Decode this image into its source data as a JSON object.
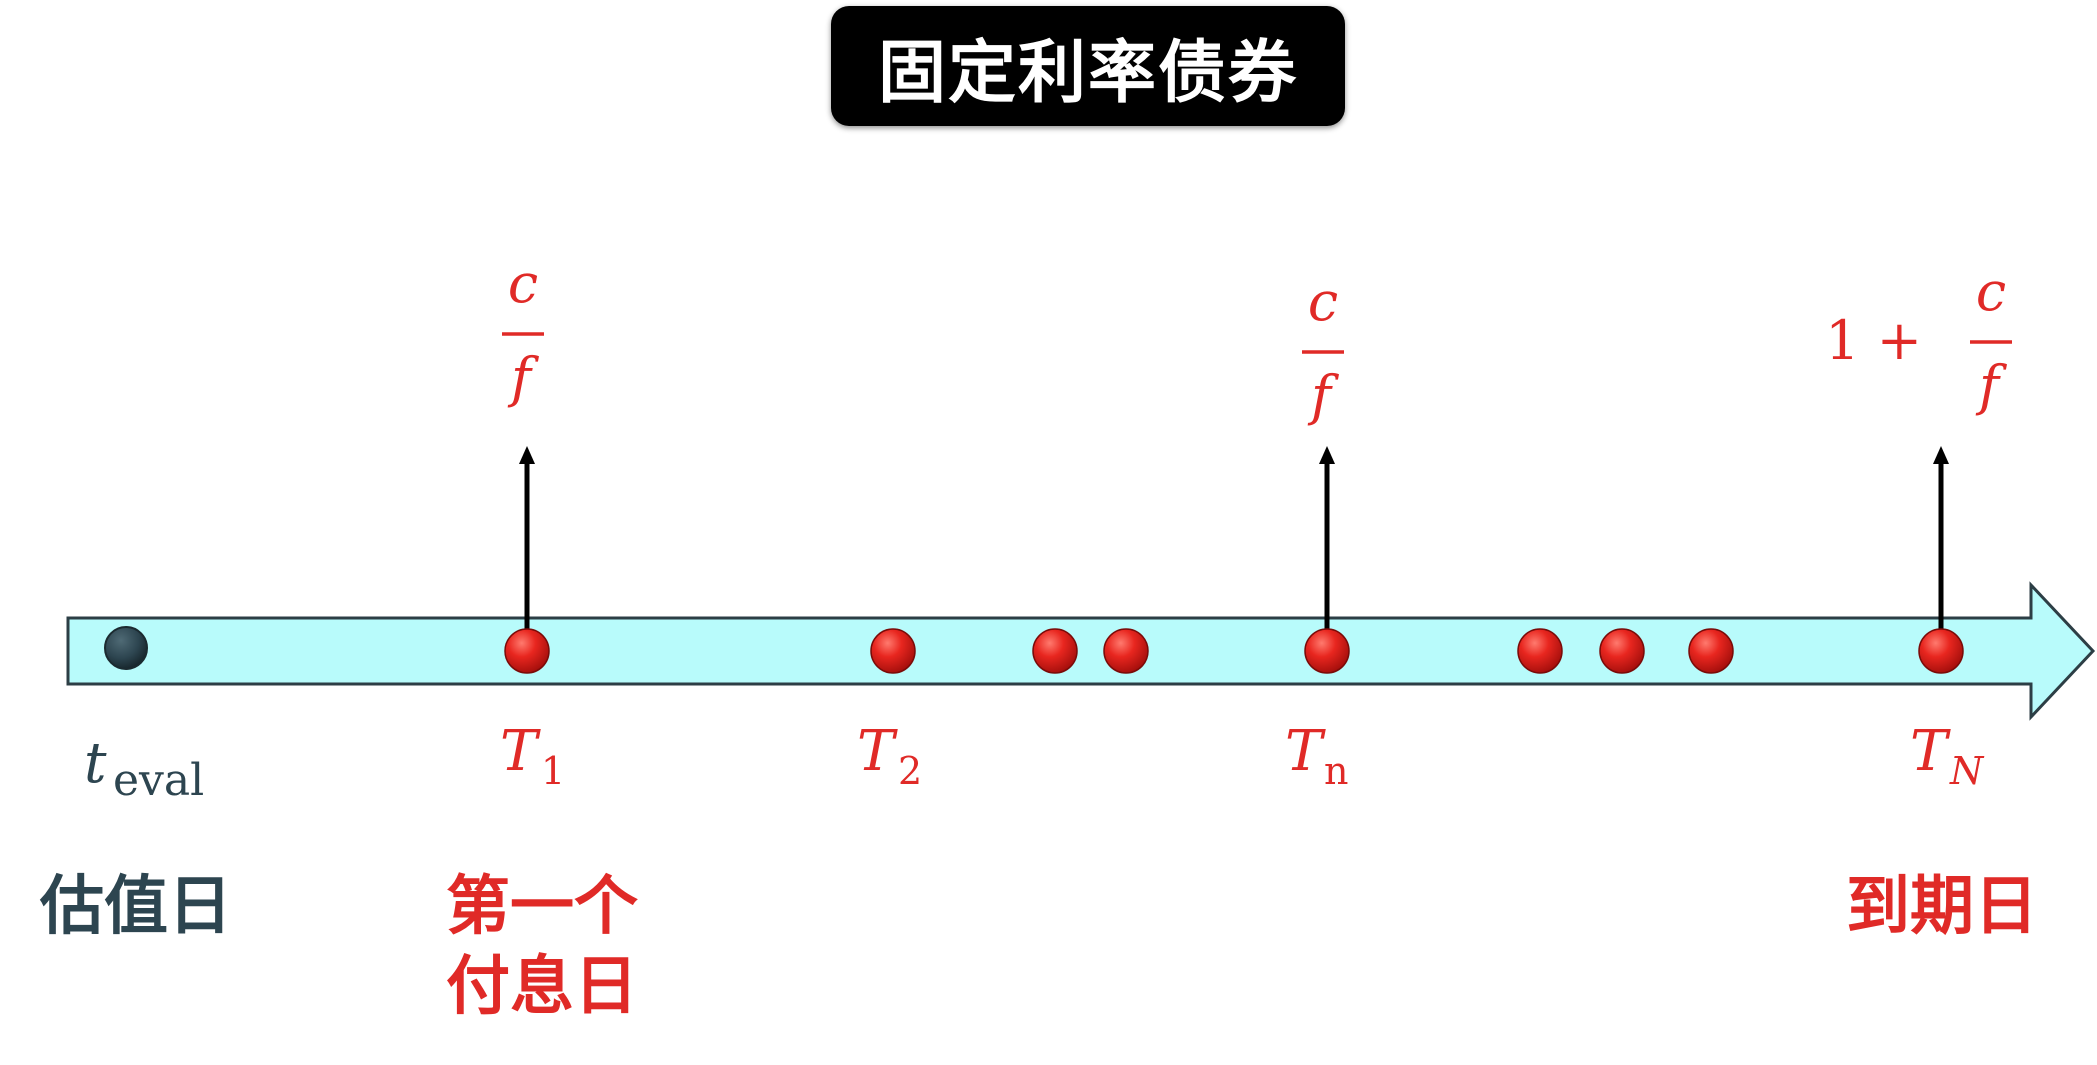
{
  "title": "固定利率债券",
  "colors": {
    "title_bg": "#000000",
    "title_text": "#ffffff",
    "arrow_fill": "#b8fbfb",
    "arrow_stroke": "#2c3e45",
    "eval_point": "#2d4550",
    "payment_point": "#e02a27",
    "cashflow_arrow": "#000000",
    "red_text": "#e02a27",
    "dark_text": "#2d4550"
  },
  "timeline": {
    "eval_symbol": "t",
    "eval_subscript": "eval",
    "points": [
      {
        "symbol": "T",
        "subscript": "1"
      },
      {
        "symbol": "T",
        "subscript": "2"
      },
      {
        "symbol": "T",
        "subscript": "n"
      },
      {
        "symbol": "T",
        "subscript": "N"
      }
    ]
  },
  "cash_flows": [
    {
      "numerator": "c",
      "denominator": "f"
    },
    {
      "numerator": "c",
      "denominator": "f"
    },
    {
      "prefix": "1 +",
      "numerator": "c",
      "denominator": "f"
    }
  ],
  "labels": {
    "eval_date": "估值日",
    "first_payment_line1": "第一个",
    "first_payment_line2": "付息日",
    "maturity": "到期日"
  }
}
